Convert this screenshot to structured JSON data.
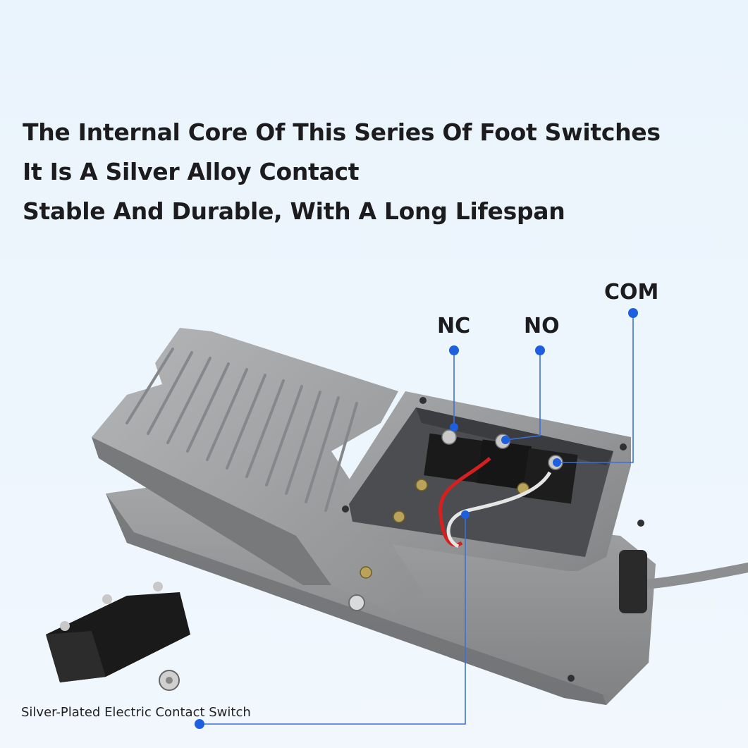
{
  "headline": {
    "line1": "The Internal Core Of This Series Of Foot Switches",
    "line2": "It Is A Silver Alloy Contact",
    "line3": "Stable And Durable, With A Long Lifespan"
  },
  "terminals": {
    "nc": "NC",
    "no": "NO",
    "com": "COM"
  },
  "caption": "Silver-Plated Electric Contact Switch",
  "colors": {
    "background": "#eaf4fc",
    "marker_blue": "#1e5fe0",
    "leader_line": "#3f6fd8",
    "housing_grey": "#9a9c9e",
    "switch_black": "#1a1a1a",
    "wire_red": "#d62020"
  }
}
